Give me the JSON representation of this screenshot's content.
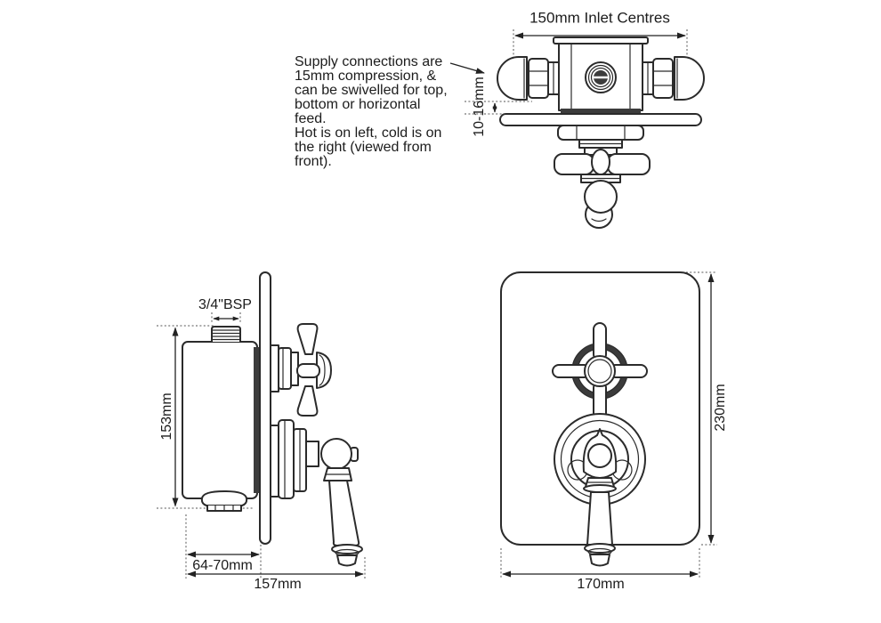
{
  "views": {
    "top": {
      "inlet_centres": "150mm Inlet Centres",
      "gap": "10-16mm"
    },
    "note": "Supply connections are\n15mm compression, &\ncan be swivelled for top,\nbottom or horizontal\nfeed.\nHot is on left, cold is on\nthe right (viewed from\nfront).",
    "side": {
      "thread": "3/4\"BSP",
      "height": "153mm",
      "wall_depth": "64-70mm",
      "total_depth": "157mm"
    },
    "front": {
      "plate_height": "230mm",
      "plate_width": "170mm"
    }
  },
  "colors": {
    "line": "#2b2b2b",
    "background": "#ffffff"
  }
}
